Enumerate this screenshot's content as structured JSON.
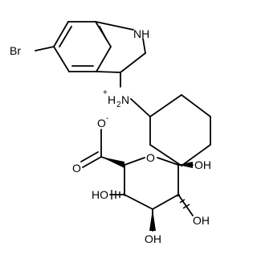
{
  "structure": {
    "atom_labels": {
      "nh": "NH",
      "br": "Br",
      "ammonium_plus": "+",
      "ammonium_h": "H",
      "ammonium_sub": "2",
      "ammonium_n": "N",
      "carboxylate_minus": "-",
      "carboxylate_o_single": "O",
      "carboxylate_o_double": "O",
      "ring_o": "O",
      "oh_right_upper": "OH",
      "ho_left": "HO",
      "oh_right_lower": "OH",
      "oh_bottom": "OH"
    }
  }
}
